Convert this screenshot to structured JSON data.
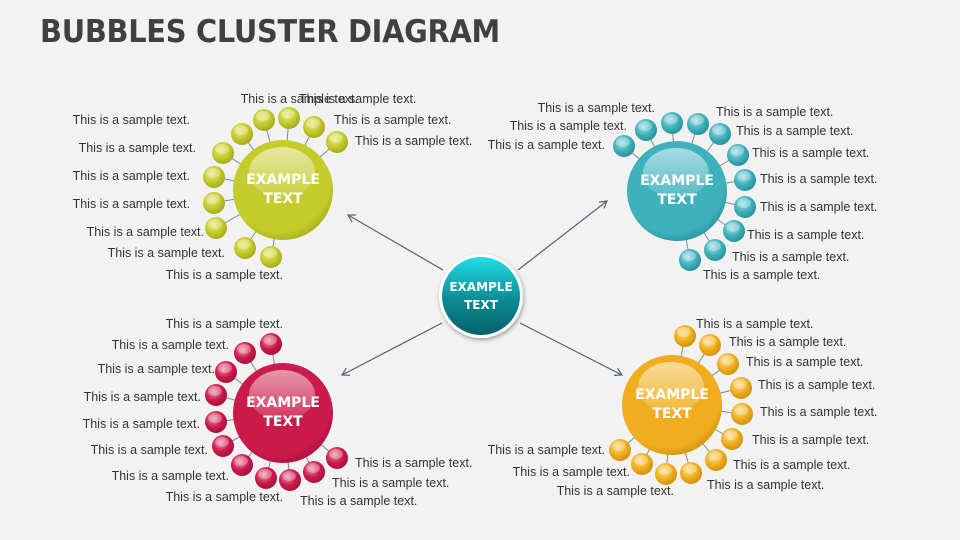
{
  "title": "BUBBLES CLUSTER DIAGRAM",
  "center": {
    "line1": "EXAMPLE",
    "line2": "TEXT",
    "color_top": "#22dfe8",
    "color_bottom": "#07616a"
  },
  "clusters": [
    {
      "id": "top-left",
      "line1": "EXAMPLE",
      "line2": "TEXT",
      "color": "#c4cb2a",
      "light": "#e6ea8c",
      "dark": "#9fa51a",
      "labels": [
        "This is a sample text.",
        "This is a sample text.",
        "This is a sample text.",
        "This is a sample text.",
        "This is a sample text.",
        "This is a sample text.",
        "This is a sample text.",
        "This is a sample text.",
        "This is a sample text.",
        "This is a sample text.",
        "This is a sample text."
      ]
    },
    {
      "id": "top-right",
      "line1": "EXAMPLE",
      "line2": "TEXT",
      "color": "#3fb1bc",
      "light": "#a8dfe4",
      "dark": "#238d98",
      "labels": [
        "This is a sample text.",
        "This is a sample text.",
        "This is a sample text.",
        "This is a sample text.",
        "This is a sample text.",
        "This is a sample text.",
        "This is a sample text.",
        "This is a sample text.",
        "This is a sample text.",
        "This is a sample text.",
        "This is a sample text."
      ]
    },
    {
      "id": "bottom-left",
      "line1": "EXAMPLE",
      "line2": "TEXT",
      "color": "#cc1a4c",
      "light": "#ec9ab3",
      "dark": "#a30f38",
      "labels": [
        "This is a sample text.",
        "This is a sample text.",
        "This is a sample text.",
        "This is a sample text.",
        "This is a sample text.",
        "This is a sample text.",
        "This is a sample text.",
        "This is a sample text.",
        "This is a sample text.",
        "This is a sample text.",
        "This is a sample text."
      ]
    },
    {
      "id": "bottom-right",
      "line1": "EXAMPLE",
      "line2": "TEXT",
      "color": "#f0ae1e",
      "light": "#fbdf92",
      "dark": "#cf8c0c",
      "labels": [
        "This is a sample text.",
        "This is a sample text.",
        "This is a sample text.",
        "This is a sample text.",
        "This is a sample text.",
        "This is a sample text.",
        "This is a sample text.",
        "This is a sample text.",
        "This is a sample text.",
        "This is a sample text.",
        "This is a sample text."
      ]
    }
  ],
  "arrow_color": "#536275"
}
